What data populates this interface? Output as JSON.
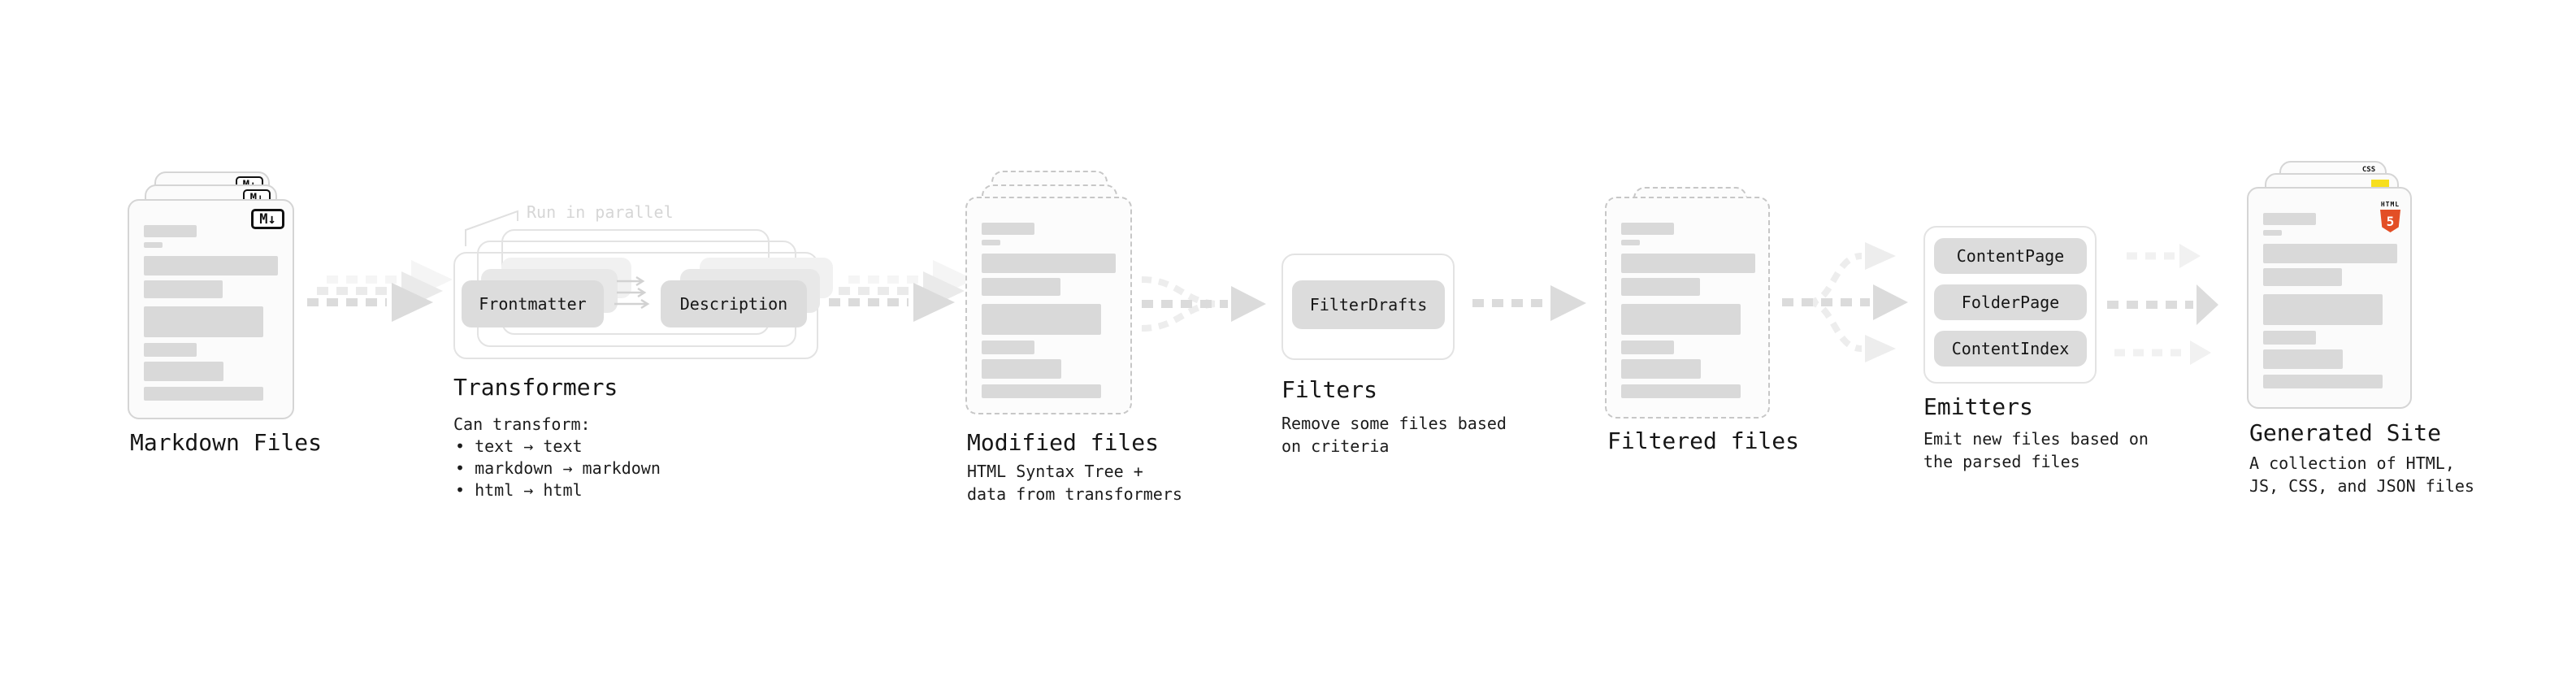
{
  "stages": {
    "markdown_files": {
      "label": "Markdown Files",
      "file_icon_glyph": "M↓"
    },
    "transformers": {
      "title": "Transformers",
      "annotation": "Run in parallel",
      "node_1": "Frontmatter",
      "node_2": "Description",
      "description_heading": "Can transform:",
      "bullets": [
        "text → text",
        "markdown → markdown",
        "html → html"
      ]
    },
    "modified_files": {
      "label": "Modified files",
      "description": "HTML Syntax Tree +\ndata from transformers"
    },
    "filters": {
      "title": "Filters",
      "node_1": "FilterDrafts",
      "description": "Remove some files based\non criteria"
    },
    "filtered_files": {
      "label": "Filtered files"
    },
    "emitters": {
      "title": "Emitters",
      "node_1": "ContentPage",
      "node_2": "FolderPage",
      "node_3": "ContentIndex",
      "description": "Emit new files based on\nthe parsed files"
    },
    "generated_site": {
      "label": "Generated Site",
      "description": "A collection of HTML,\nJS, CSS, and JSON files",
      "css_icon_glyph": "CSS",
      "html5_icon_word": "HTML",
      "html5_icon_number": "5"
    }
  },
  "colors": {
    "html5_orange": "#e34f26",
    "js_yellow": "#f7df1e",
    "css_blue": "#2b6fe4",
    "arrow_gray": "#dbdbdb",
    "node_gray": "#dcdcdc"
  }
}
